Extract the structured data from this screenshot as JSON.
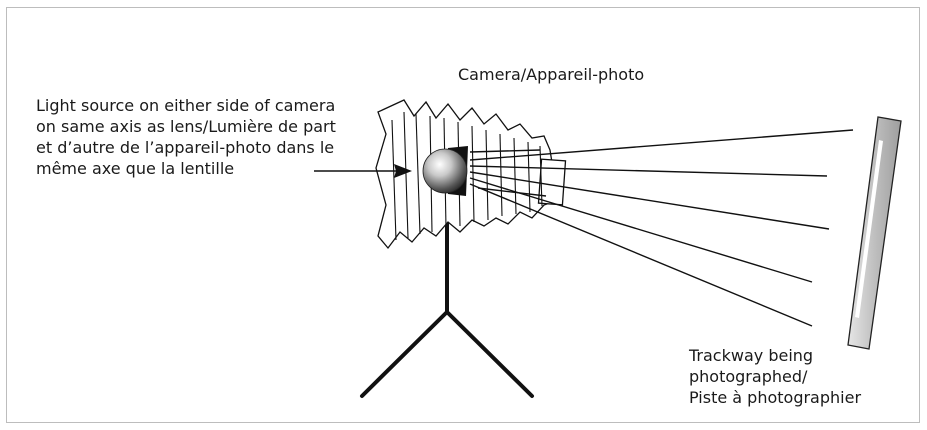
{
  "labels": {
    "camera": "Camera/Appareil-photo",
    "light_source": [
      "Light source on either side of camera",
      "on same axis as lens/Lumière de part",
      "et d’autre de l’appareil-photo dans le",
      "même axe que la lentille"
    ],
    "trackway": [
      "Trackway being",
      "photographed/",
      "Piste à photographier"
    ]
  },
  "colors": {
    "stroke": "#111111",
    "trackway_fill": "#c8c8c8",
    "trackway_highlight": "#ffffff",
    "bellows_fill": "#ffffff",
    "frame": "#bdbdbd"
  }
}
